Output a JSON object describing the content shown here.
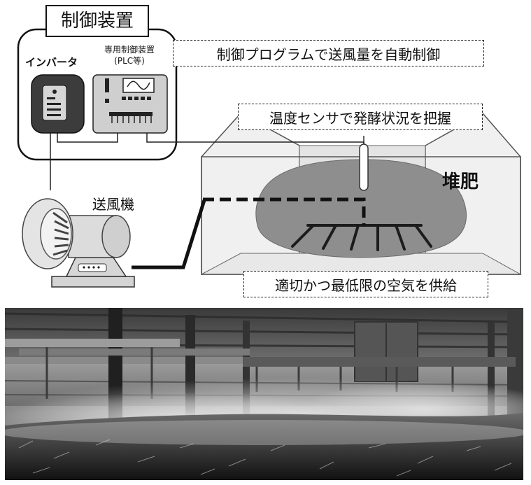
{
  "controller": {
    "title": "制御装置",
    "inverter_label": "インバータ",
    "plc_label_line1": "専用制御装置",
    "plc_label_line2": "(PLC等)"
  },
  "callouts": {
    "program": "制御プログラムで送風量を自動制御",
    "sensor": "温度センサで発酵状況を把握",
    "supply": "適切かつ最低限の空気を供給"
  },
  "blower_label": "送風機",
  "compost_label": "堆肥",
  "colors": {
    "ink": "#1a1a1a",
    "device_gray": "#cfcfcf",
    "pile_gray": "#8c8c8c",
    "bunker_light": "#f0f0f0",
    "bunker_mid": "#dedede"
  }
}
